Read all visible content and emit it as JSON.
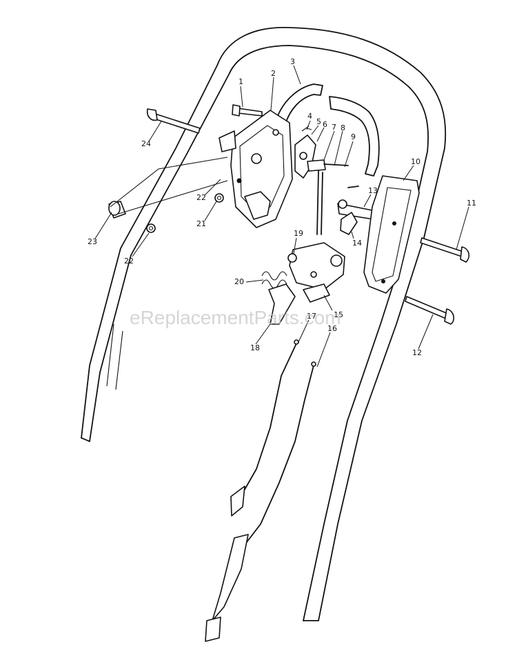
{
  "watermark": "eReplacementParts.com",
  "callouts": {
    "c1": "1",
    "c2": "2",
    "c3": "3",
    "c4": "4",
    "c5": "5",
    "c6": "6",
    "c7": "7",
    "c8": "8",
    "c9": "9",
    "c10": "10",
    "c11": "11",
    "c12": "12",
    "c13": "13",
    "c14": "14",
    "c15": "15",
    "c16": "16",
    "c17": "17",
    "c18": "18",
    "c19": "19",
    "c20": "20",
    "c21": "21",
    "c22a": "22",
    "c22b": "22",
    "c23": "23",
    "c24": "24"
  }
}
